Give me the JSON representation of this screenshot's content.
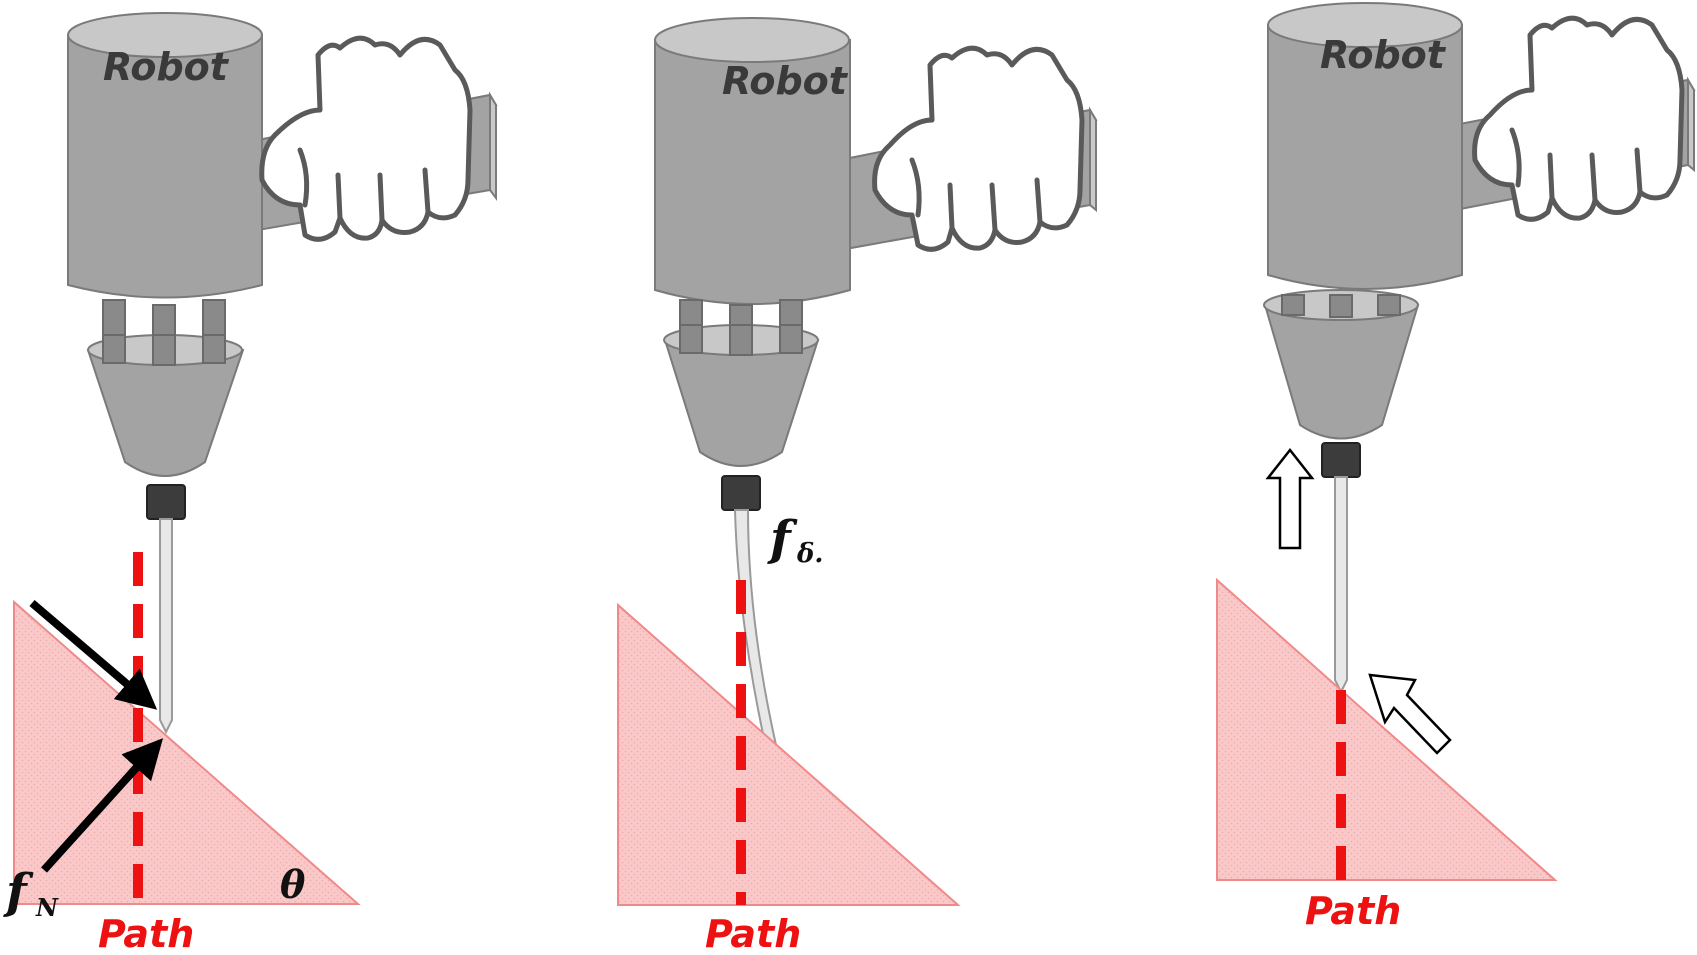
{
  "panels": [
    {
      "robot_label": "Robot",
      "path_label": "Path",
      "force_symbol": "f",
      "force_subscript": "N",
      "angle_symbol": "θ"
    },
    {
      "robot_label": "Robot",
      "path_label": "Path",
      "deflection_symbol": "f",
      "deflection_subscript": "δ."
    },
    {
      "robot_label": "Robot",
      "path_label": "Path"
    }
  ],
  "colors": {
    "robot_body": "#a3a3a3",
    "robot_top": "#c8c8c8",
    "robot_outline": "#7a7a7a",
    "tool_collar": "#3c3c3c",
    "workpiece_fill": "#f9c9c9",
    "workpiece_outline": "#f08a8a",
    "path_line": "#ee1111",
    "hand_outline": "#5a5a5a",
    "force_arrow": "#000000"
  },
  "icons": [
    "hand-icon",
    "up-arrow-icon",
    "diagonal-arrow-icon"
  ]
}
